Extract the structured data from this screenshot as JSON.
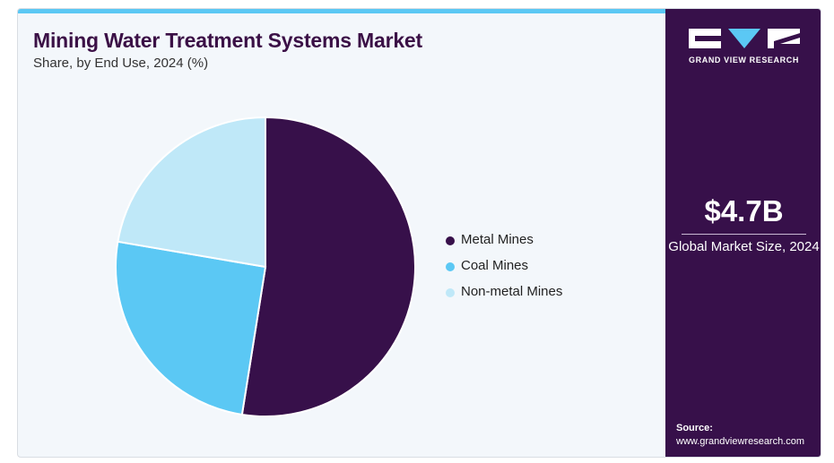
{
  "header": {
    "title": "Mining Water Treatment Systems Market",
    "subtitle": "Share, by End Use, 2024 (%)"
  },
  "chart_data": {
    "type": "pie",
    "title": "Mining Water Treatment Systems Market",
    "subtitle": "Share, by End Use, 2024 (%)",
    "categories": [
      "Metal Mines",
      "Coal Mines",
      "Non-metal Mines"
    ],
    "values": [
      52.5,
      25.2,
      22.3
    ],
    "colors": [
      "#37104a",
      "#5bc8f4",
      "#bfe8f8"
    ],
    "legend_position": "right"
  },
  "sidebar": {
    "brand": "GRAND VIEW RESEARCH",
    "market_size": "$4.7B",
    "market_label": "Global Market Size, 2024",
    "source_label": "Source:",
    "source_url": "www.grandviewresearch.com",
    "colors": {
      "background": "#37104a"
    }
  }
}
